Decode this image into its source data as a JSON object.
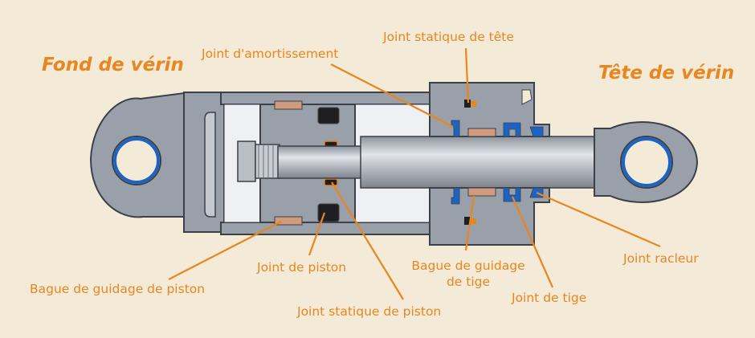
{
  "titles": {
    "cylinder_base": "Fond de vérin",
    "cylinder_head": "Tête de vérin"
  },
  "labels": {
    "cushion_seal": "Joint d'amortissement",
    "static_head_seal": "Joint statique de tête",
    "piston_guide_ring": "Bague de guidage de piston",
    "piston_seal": "Joint de piston",
    "static_piston_seal": "Joint statique de piston",
    "rod_guide_ring_line1": "Bague de guidage",
    "rod_guide_ring_line2": "de tige",
    "rod_seal": "Joint de tige",
    "wiper_seal": "Joint racleur"
  },
  "colors": {
    "label": "#e8861f",
    "background": "#f3ead7",
    "steel": "#9aa0aa",
    "seal_dark": "#1f1f22",
    "seal_blue": "#1c64c4",
    "guide_ring": "#cf9b7c"
  }
}
